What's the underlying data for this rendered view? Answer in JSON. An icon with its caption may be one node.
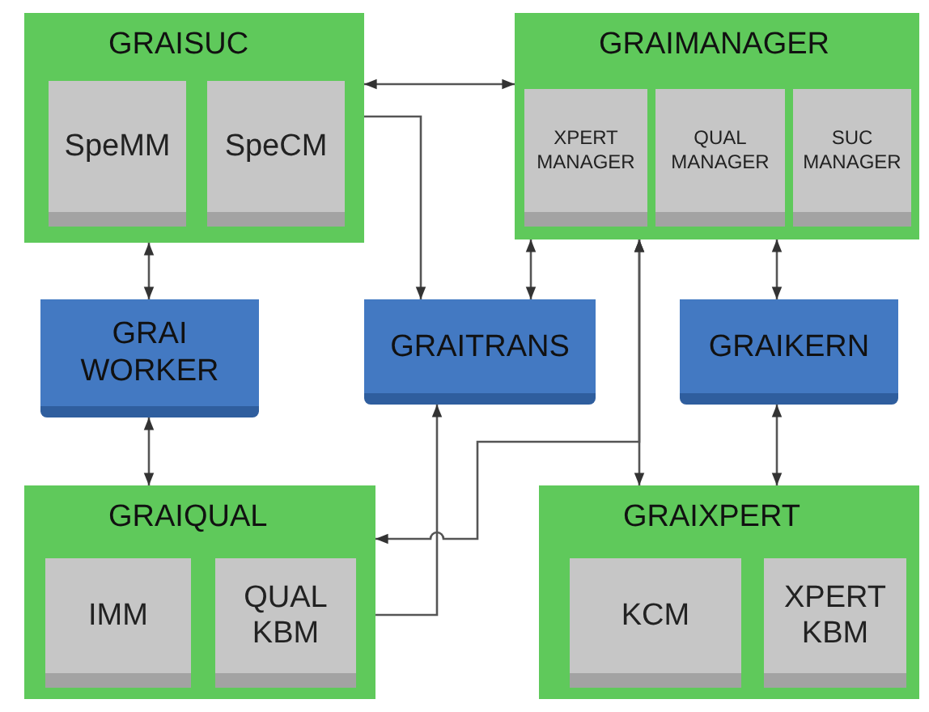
{
  "diagram": {
    "nodes": [
      {
        "text": [
          "GRAISUC"
        ]
      },
      {
        "text": [
          "SpeMM"
        ],
        "in": 0
      },
      {
        "text": [
          "SpeCM"
        ],
        "in": 0
      },
      {
        "text": [
          "GRAIMANAGER"
        ]
      },
      {
        "text": [
          "XPERT MANAGER"
        ],
        "in": 3
      },
      {
        "text": [
          "QUAL MANAGER"
        ],
        "in": 3
      },
      {
        "text": [
          "SUC MANAGER"
        ],
        "in": 3
      },
      {
        "text": [
          "GRAI WORKER"
        ]
      },
      {
        "text": [
          "GRAITRANS"
        ]
      },
      {
        "text": [
          "GRAIKERN"
        ]
      },
      {
        "text": [
          "GRAIQUAL"
        ]
      },
      {
        "text": [
          "IMM"
        ],
        "in": 10
      },
      {
        "text": [
          "QUAL KBM"
        ],
        "in": 10
      },
      {
        "text": [
          "GRAIXPERT"
        ]
      },
      {
        "text": [
          "KCM"
        ],
        "in": 13
      },
      {
        "text": [
          "XPERT KBM"
        ],
        "in": 13
      }
    ],
    "edges": [
      {
        "from": 0,
        "to": 3,
        "arrow": "both"
      },
      {
        "from": 0,
        "to": 8,
        "arrow": "to"
      },
      {
        "from": 3,
        "to": 8,
        "arrow": "both"
      },
      {
        "from": 3,
        "to": 13,
        "arrow": "both"
      },
      {
        "from": 3,
        "to": 9,
        "arrow": "both"
      },
      {
        "from": 9,
        "to": 13,
        "arrow": "both"
      },
      {
        "from": 0,
        "to": 7,
        "arrow": "both"
      },
      {
        "from": 7,
        "to": 10,
        "arrow": "both"
      },
      {
        "from": 10,
        "to": 8,
        "arrow": "to"
      },
      {
        "from": 10,
        "to": 3,
        "arrow": "both"
      }
    ]
  }
}
